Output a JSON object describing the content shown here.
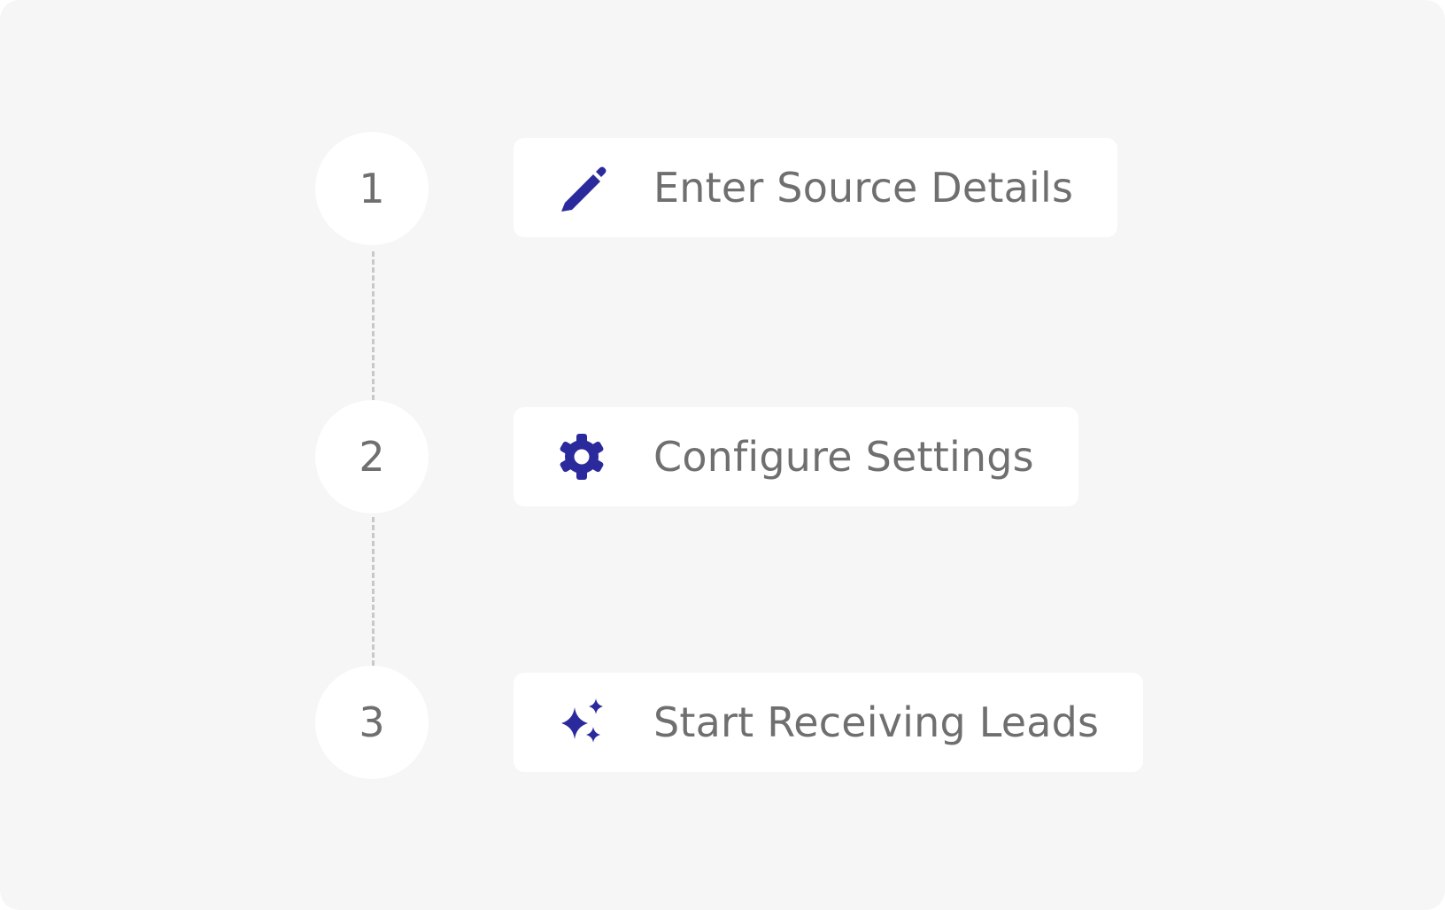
{
  "steps": [
    {
      "number": "1",
      "label": "Enter Source Details",
      "icon": "pencil-icon"
    },
    {
      "number": "2",
      "label": "Configure Settings",
      "icon": "gear-icon"
    },
    {
      "number": "3",
      "label": "Start Receiving Leads",
      "icon": "sparkles-icon"
    }
  ],
  "colors": {
    "background": "#f6f6f6",
    "card": "#ffffff",
    "text": "#6f6f6f",
    "icon_accent": "#2b2a9c",
    "connector": "#c8c8c8"
  }
}
